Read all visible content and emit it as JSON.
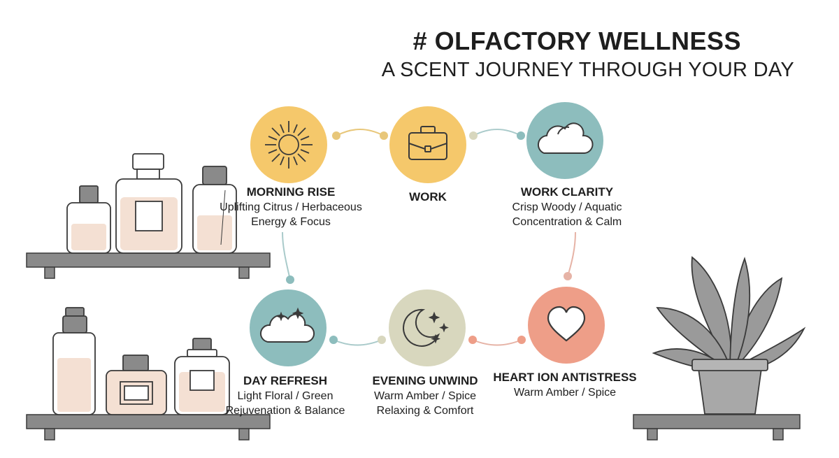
{
  "header": {
    "title": "# OLFACTORY WELLNESS",
    "subtitle": "A SCENT JOURNEY THROUGH YOUR DAY"
  },
  "palette": {
    "yellow": "#F5C86B",
    "teal": "#8DBDBD",
    "sage": "#D8D7BE",
    "salmon": "#EE9E88",
    "connector_gold": "#E8C77A",
    "connector_teal": "#A9CACA",
    "connector_rose": "#E6B3A6",
    "shelf": "#8A8A8A",
    "bottle_fill": "#F4E0D3"
  },
  "nodes": [
    {
      "id": "morning-rise",
      "icon": "sun-icon",
      "color": "#F5C86B",
      "name": "MORNING RISE",
      "line1": "Uplifting Citrus / Herbaceous",
      "line2": "Energy & Focus"
    },
    {
      "id": "work",
      "icon": "briefcase-icon",
      "color": "#F5C86B",
      "name": "WORK",
      "line1": "",
      "line2": ""
    },
    {
      "id": "work-clarity",
      "icon": "cloud-icon",
      "color": "#8DBDBD",
      "name": "WORK CLARITY",
      "line1": "Crisp Woody / Aquatic",
      "line2": "Concentration & Calm"
    },
    {
      "id": "day-refresh",
      "icon": "sparkle-cloud-icon",
      "color": "#8DBDBD",
      "name": "DAY REFRESH",
      "line1": "Light Floral / Green",
      "line2": "Rejuvenation & Balance"
    },
    {
      "id": "evening-unwind",
      "icon": "moon-stars-icon",
      "color": "#D8D7BE",
      "name": "EVENING UNWIND",
      "line1": "Warm Amber / Spice",
      "line2": "Relaxing & Comfort"
    },
    {
      "id": "heart-antistress",
      "icon": "heart-icon",
      "color": "#EE9E88",
      "name": "HEART ION ANTISTRESS",
      "line1": "Warm Amber / Spice",
      "line2": ""
    }
  ]
}
